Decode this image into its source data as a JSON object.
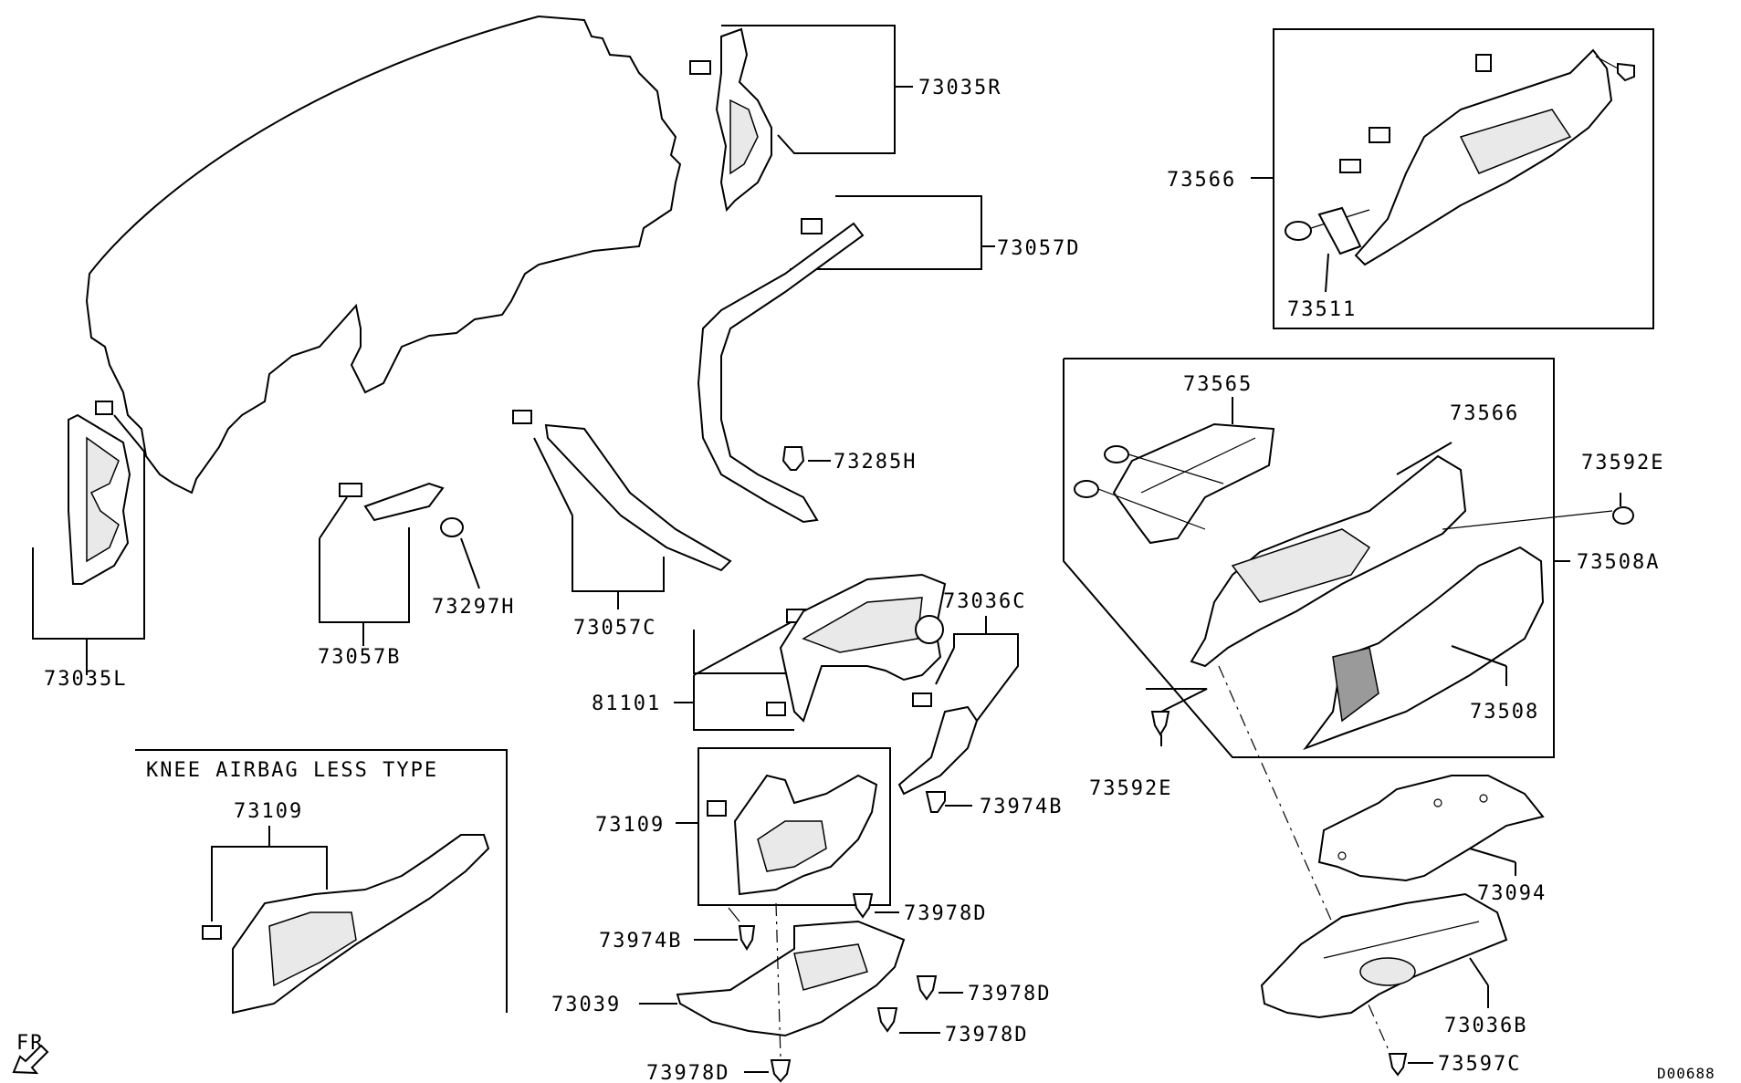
{
  "labels": {
    "p73035R": "73035R",
    "p73057D": "73057D",
    "p73566_top": "73566",
    "p73511": "73511",
    "p73285H": "73285H",
    "p73565": "73565",
    "p73566_mid": "73566",
    "p73592E_right": "73592E",
    "p73508A": "73508A",
    "p73508": "73508",
    "p73592E_left": "73592E",
    "p73035L": "73035L",
    "p73057B": "73057B",
    "p73297H": "73297H",
    "p73057C": "73057C",
    "p73036C": "73036C",
    "p81101": "81101",
    "p73974B_right": "73974B",
    "p73109_right": "73109",
    "p73978D_1": "73978D",
    "p73974B_left": "73974B",
    "p73978D_2": "73978D",
    "p73039": "73039",
    "p73978D_3": "73978D",
    "p73978D_4": "73978D",
    "p73094": "73094",
    "p73036B": "73036B",
    "p73597C": "73597C",
    "p73109_left": "73109"
  },
  "knee_airbag_title": "KNEE AIRBAG LESS TYPE",
  "front_marker": "FR",
  "diagram_code": "D00688"
}
